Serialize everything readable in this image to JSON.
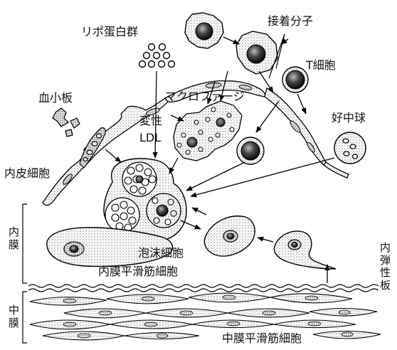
{
  "labels": {
    "lipoprotein": "リポ蛋白群",
    "adhesion": "接着分子",
    "tcell": "T細胞",
    "platelet": "血小板",
    "macrophage": "マクロファージ",
    "modified": "変性",
    "ldl": "LDL",
    "neutrophil": "好中球",
    "endothelial": "内皮細胞",
    "foam": "泡沫細胞",
    "intima_smc": "内膜平滑筋細胞",
    "media_smc": "中膜平滑筋細胞"
  },
  "vertical_labels": {
    "intima": [
      "内",
      "膜"
    ],
    "media": [
      "中",
      "膜"
    ],
    "elastic": [
      "内",
      "弾",
      "性",
      "板"
    ]
  }
}
